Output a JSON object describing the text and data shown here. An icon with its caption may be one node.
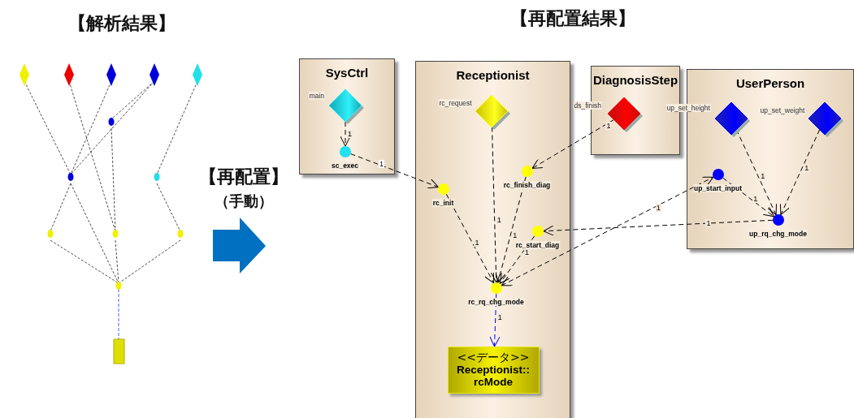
{
  "diagram": {
    "nodes": [
      {
        "text": [
          "SysCtrl"
        ]
      },
      {
        "text": [],
        "shape": "diamond",
        "beside": [
          "main"
        ],
        "in": 0
      },
      {
        "text": [
          "sc_exec"
        ],
        "in": 0
      },
      {
        "text": [
          "Receptionist"
        ]
      },
      {
        "text": [],
        "shape": "diamond",
        "beside": [
          "rc_request"
        ],
        "in": 3
      },
      {
        "text": [
          "rc_init"
        ],
        "in": 3
      },
      {
        "text": [
          "rc_finish_diag"
        ],
        "in": 3
      },
      {
        "text": [
          "rc_start_diag"
        ],
        "in": 3
      },
      {
        "text": [
          "rc_rq_chg_mode"
        ],
        "in": 3
      },
      {
        "text": [
          "<<データ>>",
          "Receptionist:: rcMode"
        ],
        "in": 3
      },
      {
        "text": [
          "DiagnosisStep"
        ]
      },
      {
        "text": [],
        "shape": "diamond",
        "beside": [
          "ds_finish"
        ],
        "in": 10
      },
      {
        "text": [
          "UserPerson"
        ]
      },
      {
        "text": [],
        "shape": "diamond",
        "beside": [
          "up_set_height"
        ],
        "in": 12
      },
      {
        "text": [],
        "shape": "diamond",
        "beside": [
          "up_set_weight"
        ],
        "in": 12
      },
      {
        "text": [
          "up_start_input"
        ],
        "in": 12
      },
      {
        "text": [
          "up_rq_chg_mode"
        ],
        "in": 12
      }
    ],
    "edges": [
      {
        "from": 1,
        "to": 2,
        "arrow": "to",
        "label": "1"
      },
      {
        "from": 2,
        "to": 5,
        "arrow": "to",
        "label": "1"
      },
      {
        "from": 11,
        "to": 6,
        "arrow": "to",
        "label": "1"
      },
      {
        "from": 4,
        "to": 8,
        "arrow": "to",
        "label": "1"
      },
      {
        "from": 5,
        "to": 8,
        "arrow": "to",
        "label": "1"
      },
      {
        "from": 6,
        "to": 8,
        "arrow": "to",
        "label": "1"
      },
      {
        "from": 7,
        "to": 8,
        "arrow": "to",
        "label": "1"
      },
      {
        "from": 8,
        "to": 15,
        "arrow": "both",
        "label": "1"
      },
      {
        "from": 13,
        "to": 16,
        "arrow": "to",
        "label": "1"
      },
      {
        "from": 14,
        "to": 16,
        "arrow": "to",
        "label": "1"
      },
      {
        "from": 15,
        "to": 16,
        "arrow": "to",
        "label": "1"
      },
      {
        "from": 16,
        "to": 7,
        "arrow": "to",
        "label": "1"
      },
      {
        "from": 8,
        "to": 9,
        "arrow": "to",
        "label": "1",
        "color": "#0000ff"
      }
    ],
    "labels": [
      "【解析結果】",
      "【再配置結果】",
      "【再配置】",
      "（手動）"
    ]
  }
}
